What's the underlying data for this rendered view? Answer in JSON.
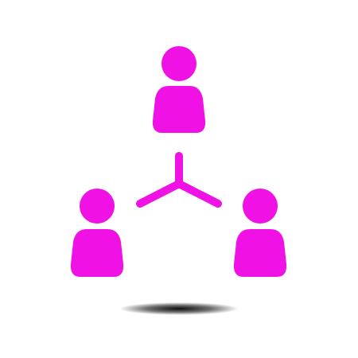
{
  "icon": {
    "name": "team-network-icon",
    "color": "#f012e4",
    "shadow_color": "#000000",
    "background": "#ffffff",
    "nodes": [
      "person-top",
      "person-left",
      "person-right"
    ],
    "connector": "three-way-junction"
  }
}
